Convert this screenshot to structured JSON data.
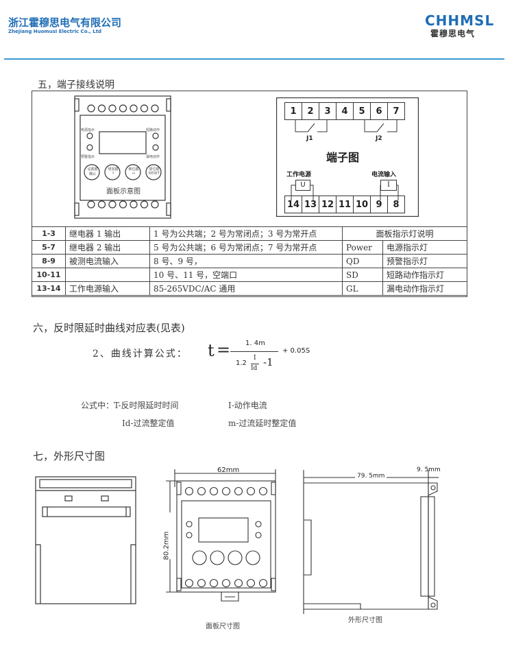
{
  "header": {
    "company_cn": "浙江霍穆思电气有限公司",
    "company_en": "Zhejiang Huomusi Electric Co., Ltd",
    "logo_text": "CHHMSL",
    "logo_cn": "霍穆思电气",
    "brand_color": "#1f6db5"
  },
  "section5": {
    "title": "五，端子接线说明",
    "panel": {
      "caption": "面板示意图",
      "led_labels": [
        "电源指示",
        "预警指示",
        "短路动作",
        "漏电动作"
      ],
      "buttons": [
        [
          "设置键",
          "确认"
        ],
        [
          "增加键",
          "↑"
        ],
        [
          "移位键",
          "↔"
        ],
        [
          "复位键",
          "RESET"
        ]
      ]
    },
    "terminal": {
      "title": "端子图",
      "top": [
        "1",
        "2",
        "3",
        "4",
        "5",
        "6",
        "7"
      ],
      "bottom": [
        "14",
        "13",
        "12",
        "11",
        "10",
        "9",
        "8"
      ],
      "j1": "J1",
      "j2": "J2",
      "power_label": "工作电源",
      "power_symbol": "U",
      "current_label": "电流输入",
      "current_symbol": "I"
    },
    "table": {
      "rows": [
        {
          "term": "1-3",
          "name": "继电器 1 输出",
          "desc": "1 号为公共端；2 号为常闭点；3 号为常开点"
        },
        {
          "term": "5-7",
          "name": "继电器 2 输出",
          "desc": "5 号为公共端；6 号为常闭点；7 号为常开点",
          "led": "Power",
          "led_desc": "电源指示灯"
        },
        {
          "term": "8-9",
          "name": "被测电流输入",
          "desc": "8 号、9 号，",
          "led": "QD",
          "led_desc": "预警指示灯"
        },
        {
          "term": "10-11",
          "name": "",
          "desc": "10 号、11 号，空端口",
          "led": "SD",
          "led_desc": "短路动作指示灯"
        },
        {
          "term": "13-14",
          "name": "工作电源输入",
          "desc": "85-265VDC/AC 通用",
          "led": "GL",
          "led_desc": "漏电动作指示灯"
        }
      ],
      "led_header": "面板指示灯说明"
    }
  },
  "section6": {
    "title": "六，反时限延时曲线对应表(见表)",
    "formula_label": "2、曲线计算公式：",
    "formula": {
      "t": "t",
      "eq": "=",
      "numerator": "1. 4m",
      "coef": "1.2",
      "frac_num": "I",
      "frac_den": "Id",
      "minus": "-1",
      "plus": "+ 0.05S"
    },
    "legend": [
      "公式中：T-反时限延时时间",
      "I-动作电流",
      "Id-过流整定值",
      "m-过流延时整定值"
    ]
  },
  "section7": {
    "title": "七，外形尺寸图",
    "width_dim": "62mm",
    "height_dim": "80.2mm",
    "depth_dim": "79. 5mm",
    "rail_dim": "9. 5mm",
    "panel_caption": "面板尺寸图",
    "outline_caption": "外形尺寸图"
  }
}
